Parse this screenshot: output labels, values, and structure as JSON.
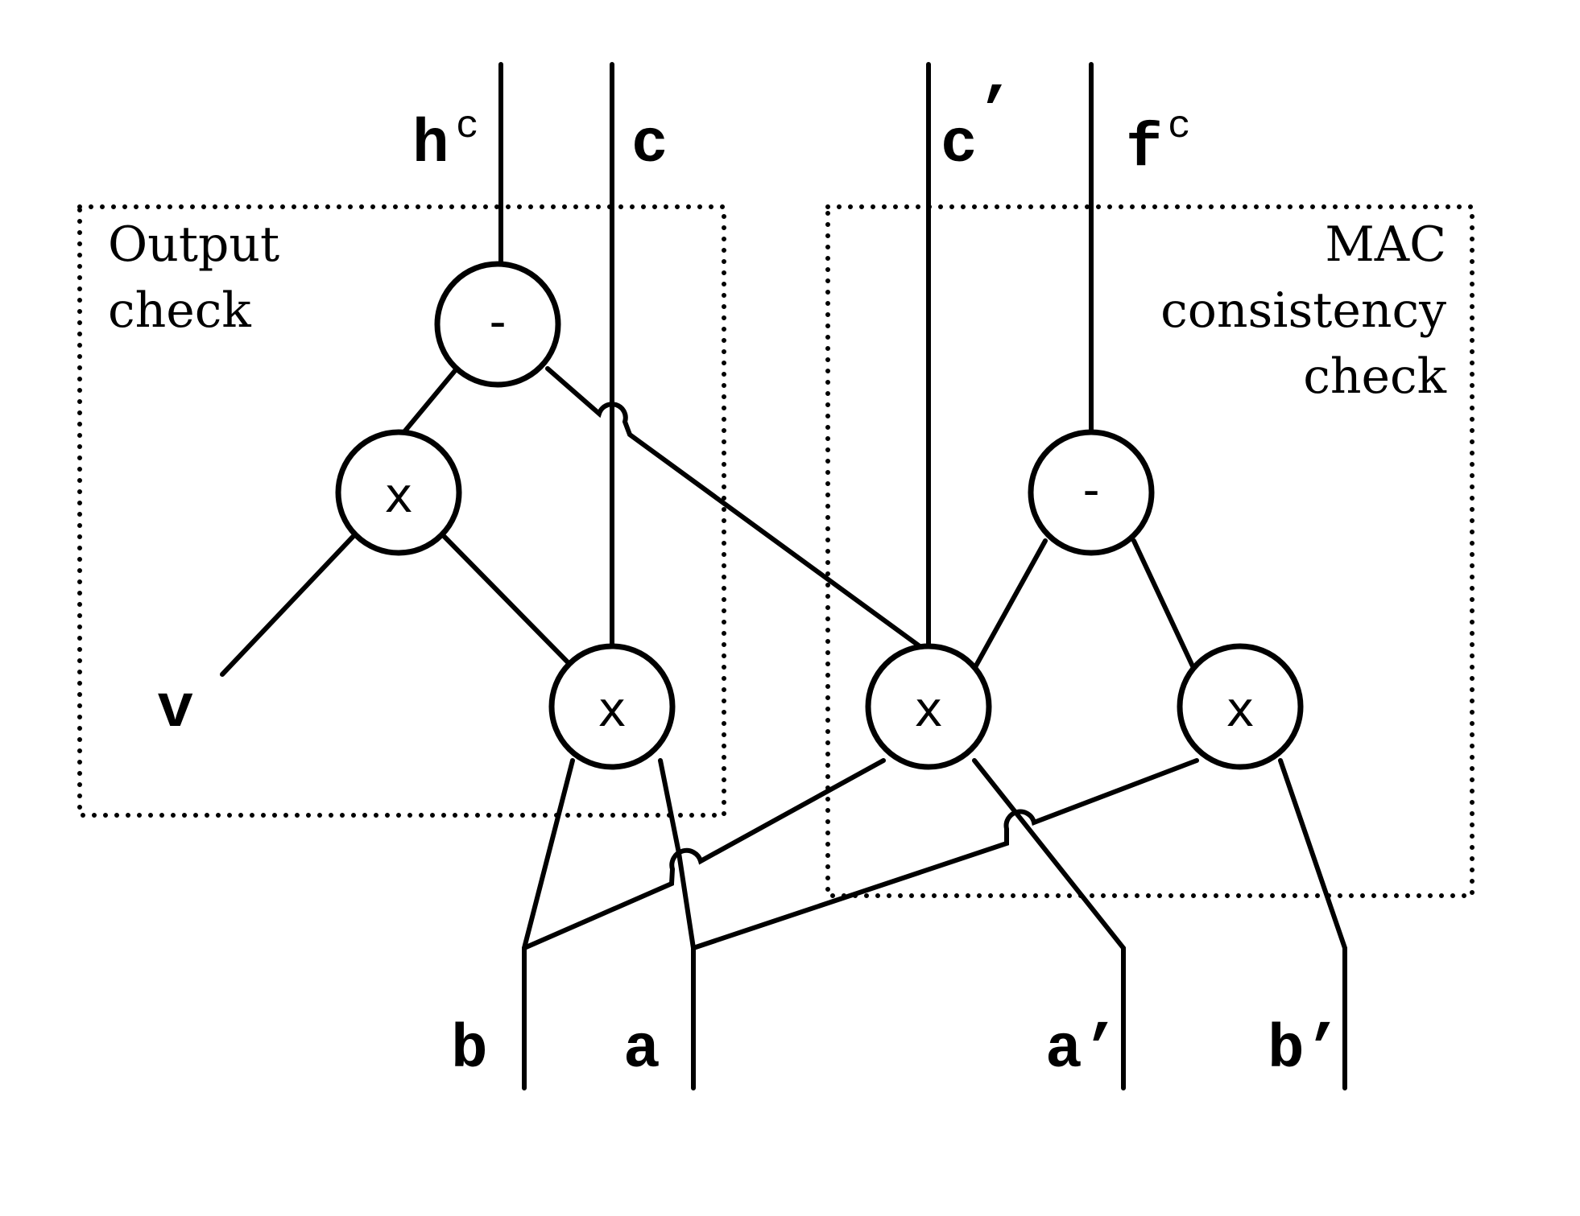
{
  "diagram": {
    "boxes": {
      "output_check": {
        "lines": [
          "Output",
          "check"
        ]
      },
      "mac_check": {
        "lines": [
          "MAC",
          "consistency",
          "check"
        ]
      }
    },
    "inputs_top": [
      {
        "id": "hc",
        "base": "h",
        "sup": "c"
      },
      {
        "id": "c",
        "base": "c",
        "sup": ""
      },
      {
        "id": "c_prime",
        "base": "c",
        "sup": "’"
      },
      {
        "id": "fc",
        "base": "f",
        "sup": "c"
      }
    ],
    "inputs_bottom": [
      {
        "id": "b",
        "label": "b"
      },
      {
        "id": "a",
        "label": "a"
      },
      {
        "id": "a_prime",
        "label": "a’"
      },
      {
        "id": "b_prime",
        "label": "b’"
      }
    ],
    "v_label": "v",
    "nodes": [
      {
        "id": "sub1",
        "op": "-"
      },
      {
        "id": "mul1",
        "op": "x"
      },
      {
        "id": "mul2",
        "op": "x"
      },
      {
        "id": "mul3",
        "op": "x"
      },
      {
        "id": "sub2",
        "op": "-"
      },
      {
        "id": "mul4",
        "op": "x"
      }
    ]
  }
}
